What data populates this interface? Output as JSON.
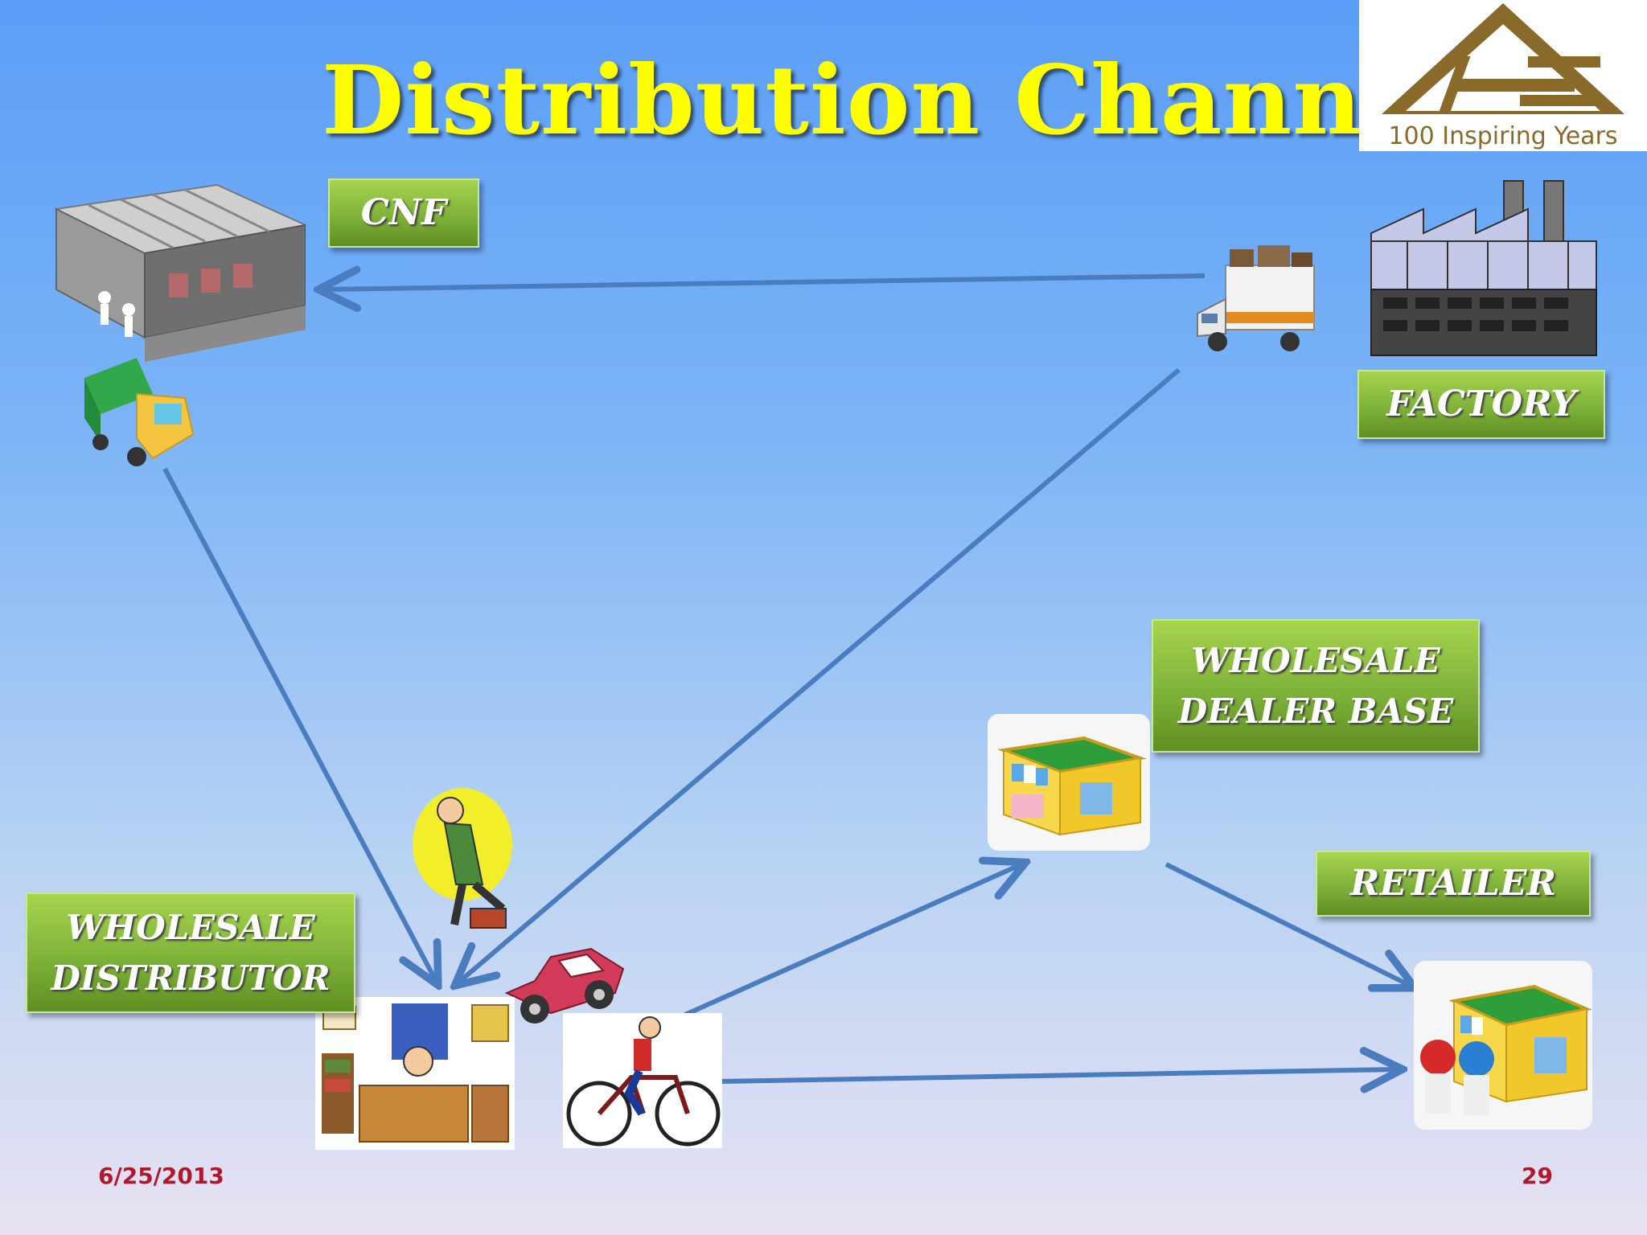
{
  "slide": {
    "title": "Distribution Channel",
    "logo": {
      "text": "100 Inspiring Years",
      "icon": "itc-logo-icon",
      "color": "#8a6a2a"
    },
    "labels": {
      "cnf": "CNF",
      "factory": "FACTORY",
      "wholesale_dealer_base": [
        "WHOLESALE",
        "DEALER BASE"
      ],
      "retailer": "RETAILER",
      "wholesale_distributor": [
        "WHOLESALE",
        "DISTRIBUTOR"
      ]
    },
    "footer": {
      "date": "6/25/2013",
      "page": "29"
    },
    "colors": {
      "title": "#ffff00",
      "label_green": "#7fb23a",
      "arrow": "#4a7cc0",
      "footer": "#b0182c"
    }
  }
}
